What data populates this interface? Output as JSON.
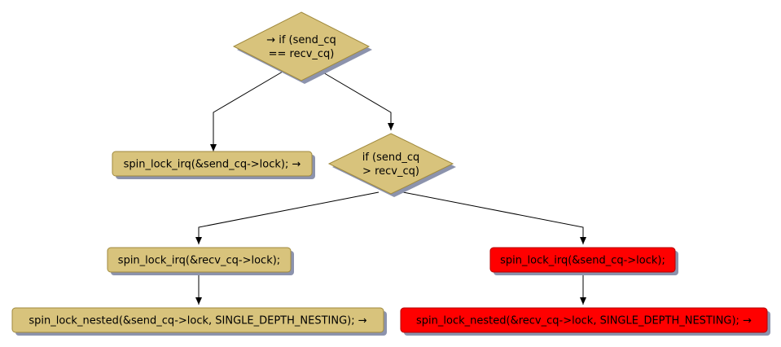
{
  "colors": {
    "node_fill": "#d8c37c",
    "node_stroke": "#a08a3e",
    "highlight_fill": "#ff0000",
    "highlight_stroke": "#b30000",
    "shadow": "#8c93ad",
    "edge": "#000000"
  },
  "diagram": {
    "decision1": {
      "line1": "→ if (send_cq",
      "line2": "== recv_cq)"
    },
    "box_same_cq": {
      "label": "spin_lock_irq(&send_cq->lock); →"
    },
    "decision2": {
      "line1": "if (send_cq",
      "line2": "> recv_cq)"
    },
    "box_lock_recv": {
      "label": "spin_lock_irq(&recv_cq->lock);"
    },
    "box_nested_send": {
      "label": "spin_lock_nested(&send_cq->lock, SINGLE_DEPTH_NESTING); →"
    },
    "box_lock_send": {
      "label": "spin_lock_irq(&send_cq->lock);",
      "highlighted": true
    },
    "box_nested_recv": {
      "label": "spin_lock_nested(&recv_cq->lock, SINGLE_DEPTH_NESTING); →",
      "highlighted": true
    }
  }
}
